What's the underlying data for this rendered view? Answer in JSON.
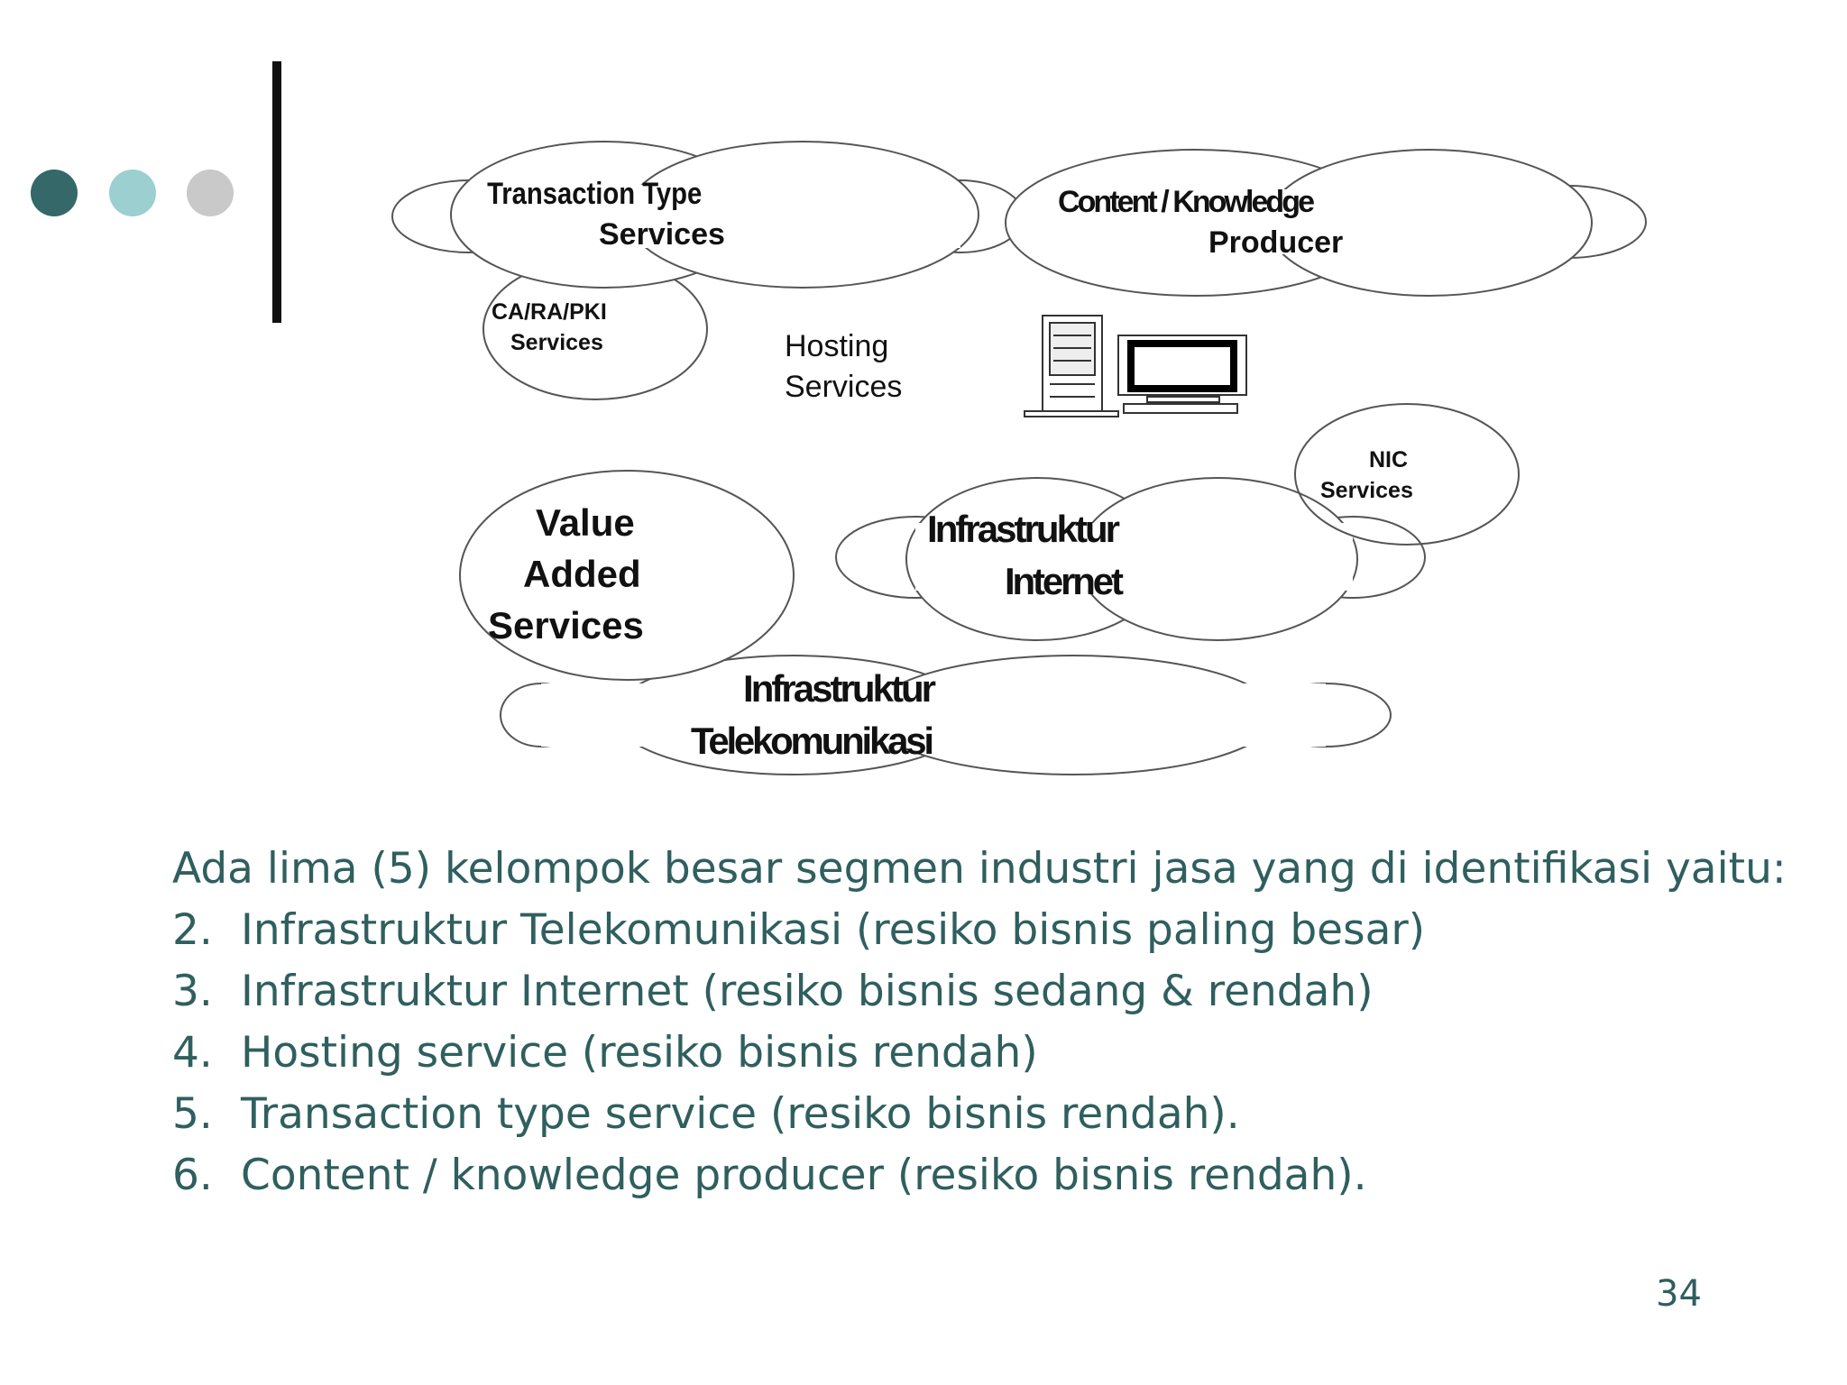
{
  "bullets": {
    "colors": [
      "#356868",
      "#9ccfcf",
      "#c9c9c9"
    ]
  },
  "diagram": {
    "transaction": {
      "line1": "Transaction Type",
      "line2": "Services"
    },
    "content": {
      "line1": "Content / Knowledge",
      "line2": "Producer"
    },
    "ca": {
      "line1": "CA/RA/PKI",
      "line2": "Services"
    },
    "hosting": {
      "line1": "Hosting",
      "line2": "Services"
    },
    "nic": {
      "line1": "NIC",
      "line2": "Services"
    },
    "vas": {
      "line1": "Value",
      "line2": "Added",
      "line3": "Services"
    },
    "internet": {
      "line1": "Infrastruktur",
      "line2": "Internet"
    },
    "telekom": {
      "line1": "Infrastruktur",
      "line2": "Telekomunikasi"
    }
  },
  "body": {
    "intro": "Ada lima (5) kelompok besar segmen industri jasa yang di identifikasi yaitu:",
    "items": [
      {
        "num": "2.",
        "text": "Infrastruktur Telekomunikasi (resiko bisnis paling besar)"
      },
      {
        "num": "3.",
        "text": "Infrastruktur Internet (resiko bisnis sedang & rendah)"
      },
      {
        "num": "4.",
        "text": "Hosting service (resiko bisnis rendah)"
      },
      {
        "num": "5.",
        "text": "Transaction type service (resiko bisnis rendah)."
      },
      {
        "num": "6.",
        "text": "Content / knowledge producer (resiko bisnis rendah)."
      }
    ]
  },
  "page_number": "34"
}
